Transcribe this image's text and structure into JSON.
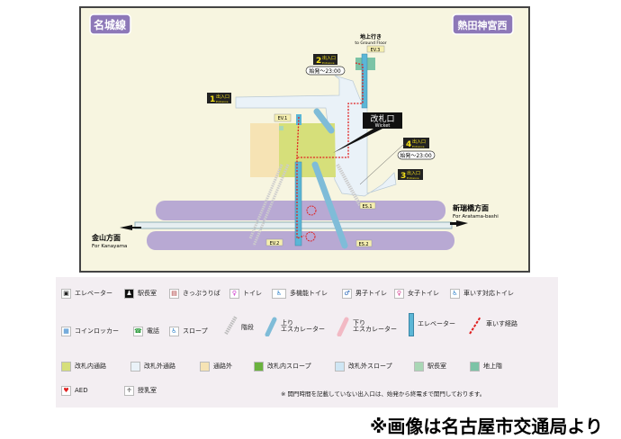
{
  "map": {
    "line_name": "名城線",
    "station_name": "熱田神宮西",
    "ground": {
      "ja": "地上行き",
      "en": "to Ground Floor"
    },
    "ev": [
      "EV.1",
      "EV.2",
      "EV.3"
    ],
    "es": [
      "ES.1",
      "ES.2"
    ],
    "exits": [
      {
        "num": "1",
        "ja": "出入口",
        "en": "Entrance"
      },
      {
        "num": "2",
        "ja": "出入口",
        "en": "Entrance",
        "hours": "始発～23:00"
      },
      {
        "num": "3",
        "ja": "出入口",
        "en": "Entrance"
      },
      {
        "num": "4",
        "ja": "出入口",
        "en": "Entrance",
        "hours": "始発～23:00"
      }
    ],
    "wicket": {
      "ja": "改札口",
      "en": "Wicket"
    },
    "dir_left": {
      "ja": "金山方面",
      "en": "For Kanayama"
    },
    "dir_right": {
      "ja": "新瑞橋方面",
      "en": "For Aratama-bashi"
    }
  },
  "legend": {
    "icons1": [
      "エレベーター",
      "駅長室",
      "きっぷうりば",
      "トイレ",
      "多機能トイレ",
      "男子トイレ",
      "女子トイレ",
      "車いす対応トイレ"
    ],
    "icons2": [
      "コインロッカー",
      "電話",
      "スロープ",
      "階段",
      "上り\nエスカレーター",
      "下り\nエスカレーター",
      "エレベーター",
      "車いす経路"
    ],
    "swatches": [
      {
        "label": "改札内通路",
        "color": "#d6df7a"
      },
      {
        "label": "改札外通路",
        "color": "#eaf2f8"
      },
      {
        "label": "通路外",
        "color": "#f6e3b4"
      },
      {
        "label": "改札内スロープ",
        "color": "#6ab23e"
      },
      {
        "label": "改札外スロープ",
        "color": "#cfe6f4"
      },
      {
        "label": "駅長室",
        "color": "#a9d7b5"
      },
      {
        "label": "地上階",
        "color": "#7cc3a6"
      }
    ],
    "aed": "AED",
    "nursing": "授乳室",
    "note": "※ 開門時間を記載していない出入口は、始発から終電まで開門しております。"
  },
  "footer": "※画像は名古屋市交通局より"
}
